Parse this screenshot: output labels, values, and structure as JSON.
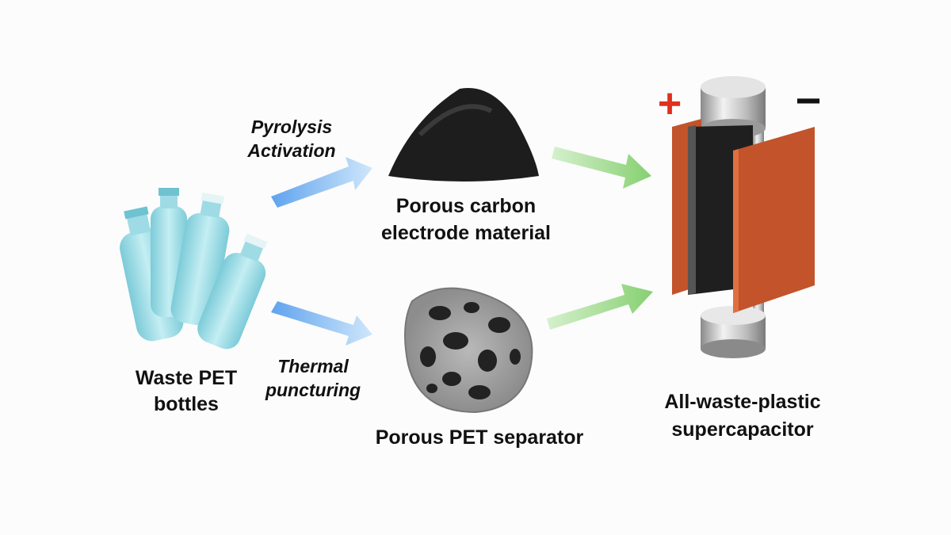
{
  "nodes": {
    "bottles": {
      "line1": "Waste PET",
      "line2": "bottles"
    },
    "carbon": {
      "line1": "Porous carbon",
      "line2": "electrode material"
    },
    "separator": {
      "line1": "Porous PET separator"
    },
    "capacitor": {
      "line1": "All-waste-plastic",
      "line2": "supercapacitor",
      "plus": "+",
      "minus": "−"
    }
  },
  "edges": {
    "to_carbon": {
      "line1": "Pyrolysis",
      "line2": "Activation"
    },
    "to_separator": {
      "line1": "Thermal",
      "line2": "puncturing"
    }
  },
  "colors": {
    "blue_arrow": "#6aaef0",
    "green_arrow": "#8fd47e",
    "copper": "#c2532a",
    "plus": "#e0301e",
    "bottle": "#8fd3df"
  }
}
